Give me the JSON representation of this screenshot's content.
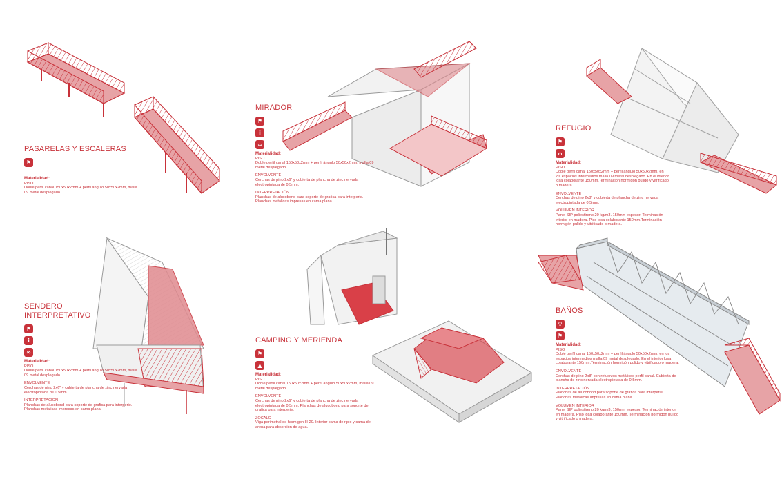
{
  "colors": {
    "accent": "#c8323a",
    "line": "#9a9a9a",
    "light": "#d9d9d9"
  },
  "sections": {
    "pasarelas": {
      "title": "PASARELAS Y ESCALERAS",
      "icons": [
        "hiking-icon"
      ],
      "materialidad_label": "Materialidad:",
      "piso_label": "PISO",
      "piso_text": "Doble perfil canal 150x50x2mm + perfil ángulo 50x50x2mm, malla 09 metal desplegado."
    },
    "mirador": {
      "title": "MIRADOR",
      "icons": [
        "hiking-icon",
        "info-icon",
        "binoculars-icon"
      ],
      "materialidad_label": "Materialidad:",
      "piso_label": "PISO",
      "piso_text": "Doble perfil canal 150x50x2mm + perfil ángulo 50x50x2mm, malla 09 metal desplegado.",
      "envolvente_label": "ENVOLVENTE",
      "envolvente_text": "Cerchas de pino 2x6\" y cubierta de plancha de zinc nervada electropintada de 0.5mm.",
      "interpretacion_label": "INTERPRETACIÓN",
      "interpretacion_text": "Planchas de alucobond para soporte de grafica para interperie. Planchas metalicas impresas en cama plana."
    },
    "refugio": {
      "title": "REFUGIO",
      "icons": [
        "hiking-icon",
        "shelter-icon"
      ],
      "materialidad_label": "Materialidad:",
      "piso_label": "PISO",
      "piso_text": "Doble perfil canal 150x50x2mm + perfil ángulo 50x50x2mm, en los espacios intermedios malla 09 metal desplegado. En el interior losa colaborante 150mm.Terminación hormigón pulido y vitrificado o madera.",
      "envolvente_label": "ENVOLVENTE",
      "envolvente_text": "Cerchas de pino 2x8\" y cubierta de plancha de zinc nervada electropintada de 0.5mm.",
      "volumen_label": "VOLUMEN INTERIOR",
      "volumen_text": "Panel SIP poliestireno 20 kg/m3. 150mm espesor. Terminación interior en madera. Piso losa colaborante 150mm.Terminación hormigón pulido y vitrificado o madera."
    },
    "sendero": {
      "title_line1": "SENDERO",
      "title_line2": "INTERPRETATIVO",
      "icons": [
        "hiking-icon",
        "info-icon",
        "binoculars-icon"
      ],
      "materialidad_label": "Materialidad:",
      "piso_label": "PISO",
      "piso_text": "Doble perfil canal 150x50x2mm + perfil ángulo 50x50x2mm, malla 09 metal desplegado.",
      "envolvente_label": "ENVOLVENTE",
      "envolvente_text": "Cerchas de pino 2x6\" y cubierta de plancha de zinc nervada electropintada de 0.5mm.",
      "interpretacion_label": "INTERPRETACIÓN",
      "interpretacion_text": "Planchas de alucobond para soporte de grafica para interperie. Planchas metalicas impresas en cama plana."
    },
    "camping": {
      "title": "CAMPING Y MERIENDA",
      "icons": [
        "hiking-icon",
        "picnic-icon"
      ],
      "materialidad_label": "Materialidad:",
      "piso_label": "PISO",
      "piso_text": "Doble perfil canal 150x50x2mm + perfil ángulo 50x50x2mm, malla 09 metal desplegado.",
      "envolvente_label": "ENVOLVENTE",
      "envolvente_text": "Cerchas de pino 2x6\" y cubierta de plancha de zinc nervada electropintada de 0.5mm. Planchas de alucobond para soporte de grafica para interperie.",
      "zocalo_label": "ZÓCALO",
      "zocalo_text": "Viga perimetral de hormigon H-20. Interior cama de ripio y cama de arena para absorción de agua."
    },
    "banos": {
      "title": "BAÑOS",
      "icons": [
        "restroom-icon",
        "hiking-icon"
      ],
      "materialidad_label": "Materialidad:",
      "piso_label": "PISO",
      "piso_text": "Doble perfil canal 150x50x2mm + perfil ángulo 50x50x2mm, en los espacios intermedios malla 09 metal desplegado. En el interior losa colaborante 150mm.Terminación hormigón pulido y vitrificado o madera.",
      "envolvente_label": "ENVOLVENTE",
      "envolvente_text": "Cerchas de pino 2x8\" con refuerzos metálicos perfil canal. Cubierta de plancha de zinc nervada electropintada de 0.5mm.",
      "interpretacion_label": "INTERPRETACIÓN",
      "interpretacion_text": "Planchas de alucobond para soporte de grafica para interperie. Planchas metalicas impresas en cama plana.",
      "volumen_label": "VOLUMEN INTERIOR",
      "volumen_text": "Panel SIP poliestireno 20 kg/m3. 150mm espesor. Terminación interior en madera. Piso losa colaborante 150mm. Terminación hormigón pulido y vitrificado o madera."
    }
  }
}
